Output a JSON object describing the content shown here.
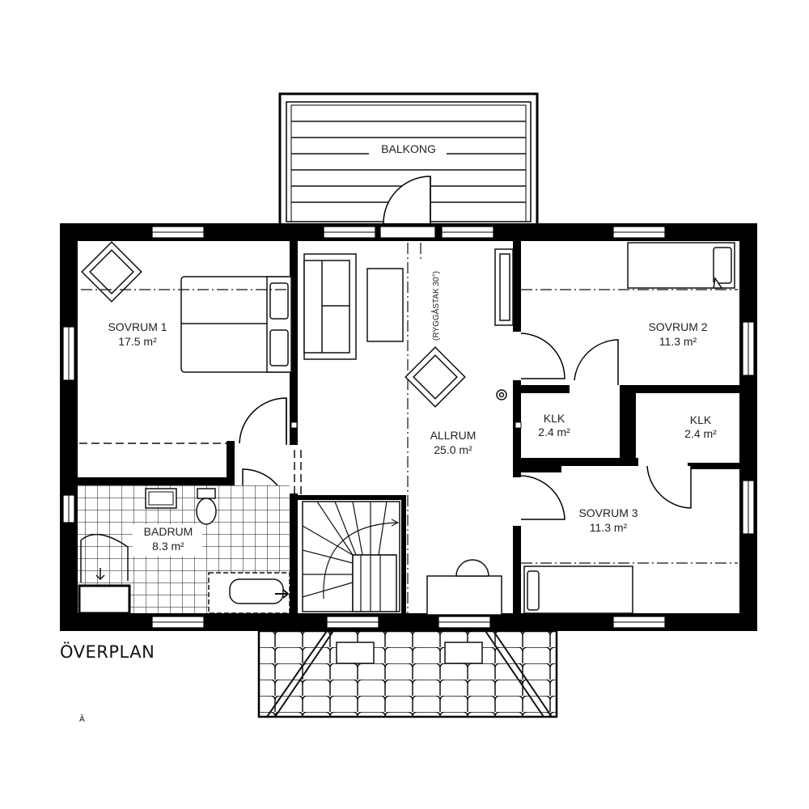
{
  "plan": {
    "title": "ÖVERPLAN",
    "footnote": "Ä",
    "rooms": {
      "balkong": {
        "name": "BALKONG"
      },
      "sovrum1": {
        "name": "SOVRUM 1",
        "area": "17.5 m²"
      },
      "sovrum2": {
        "name": "SOVRUM 2",
        "area": "11.3 m²"
      },
      "sovrum3": {
        "name": "SOVRUM 3",
        "area": "11.3 m²"
      },
      "allrum": {
        "name": "ALLRUM",
        "area": "25.0 m²"
      },
      "badrum": {
        "name": "BADRUM",
        "area": "8.3 m²"
      },
      "klk1": {
        "name": "KLK",
        "area": "2.4 m²"
      },
      "klk2": {
        "name": "KLK",
        "area": "2.4 m²"
      }
    },
    "annotation": "(RYGGÅSTAK 30°)",
    "colors": {
      "wall": "#000000",
      "line": "#111111",
      "background": "#ffffff"
    }
  }
}
